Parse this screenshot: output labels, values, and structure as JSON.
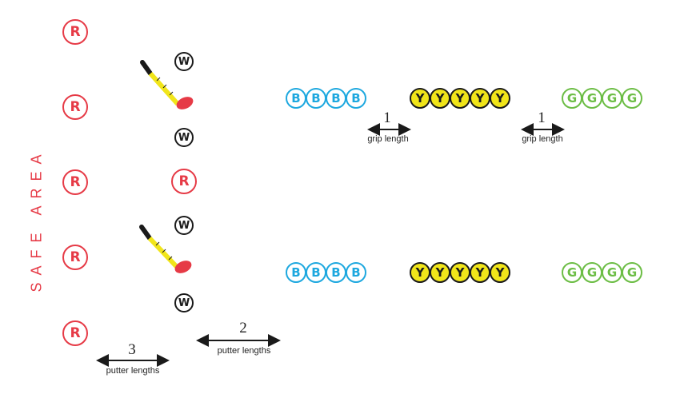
{
  "safe_area": "SAFE AREA",
  "ball_letters": {
    "red": "R",
    "white": "W",
    "blue": "B",
    "yellow": "Y",
    "green": "G"
  },
  "colors": {
    "red": "#e63a46",
    "blue": "#1ea8df",
    "yellow": "#f1e51a",
    "green": "#6cbd45",
    "black": "#1a1a1a"
  },
  "rows": [
    {
      "blue_count": 4,
      "yellow_count": 5,
      "green_count": 4
    },
    {
      "blue_count": 4,
      "yellow_count": 5,
      "green_count": 4
    }
  ],
  "grip_gap_1": {
    "value": "1",
    "caption": "grip length"
  },
  "grip_gap_2": {
    "value": "1",
    "caption": "grip length"
  },
  "putter_gap_left": {
    "value": "3",
    "caption": "putter lengths"
  },
  "putter_gap_right": {
    "value": "2",
    "caption": "putter lengths"
  },
  "icons": [
    "putter-icon",
    "arrow-icon"
  ]
}
